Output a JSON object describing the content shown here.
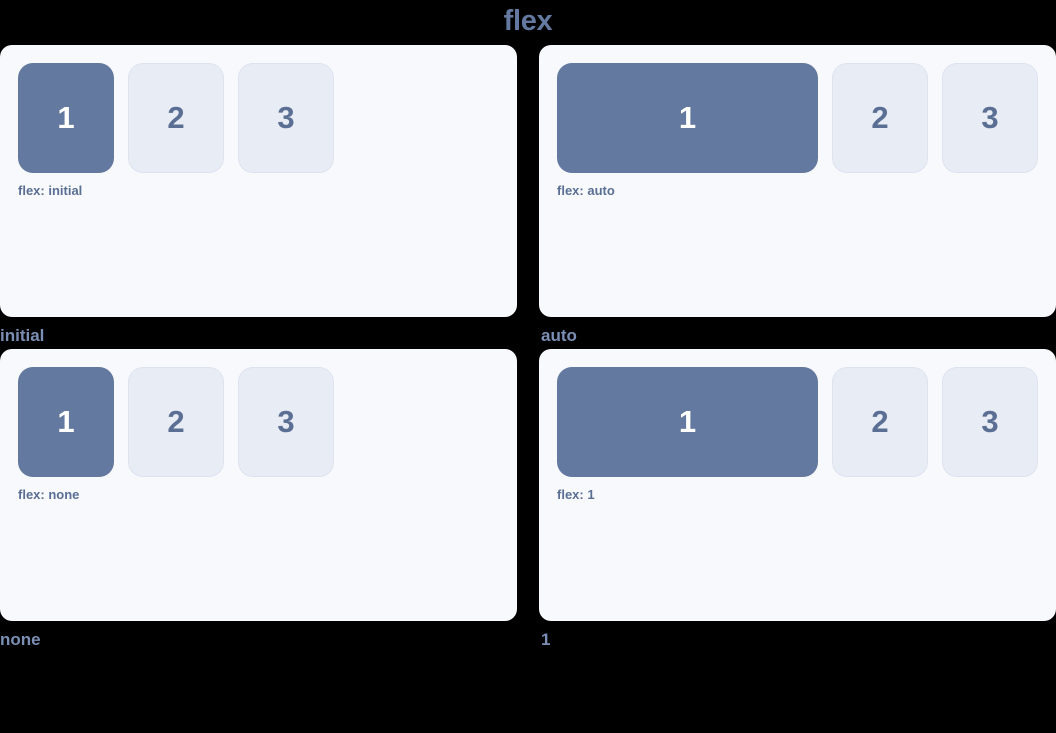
{
  "page": {
    "title": "flex",
    "background_color": "#000000",
    "title_color": "#64799f"
  },
  "theme": {
    "panel_bg": "#f8f9fc",
    "box_primary_bg": "#64799f",
    "box_primary_text": "#ffffff",
    "box_plain_bg": "#e8ecf5",
    "box_plain_border": "#dde3ef",
    "box_plain_text": "#5a6f93",
    "label_color": "#5a6f93",
    "caption_color": "#7b8fb5"
  },
  "demos": [
    {
      "caption": "initial",
      "label": "flex: initial",
      "flex_value": "initial",
      "first_item_grows": false,
      "items": [
        "1",
        "2",
        "3"
      ]
    },
    {
      "caption": "auto",
      "label": "flex: auto",
      "flex_value": "auto",
      "first_item_grows": true,
      "items": [
        "1",
        "2",
        "3"
      ]
    },
    {
      "caption": "none",
      "label": "flex: none",
      "flex_value": "none",
      "first_item_grows": false,
      "items": [
        "1",
        "2",
        "3"
      ]
    },
    {
      "caption": "1",
      "label": "flex: 1",
      "flex_value": "1",
      "first_item_grows": true,
      "items": [
        "1",
        "2",
        "3"
      ]
    }
  ]
}
